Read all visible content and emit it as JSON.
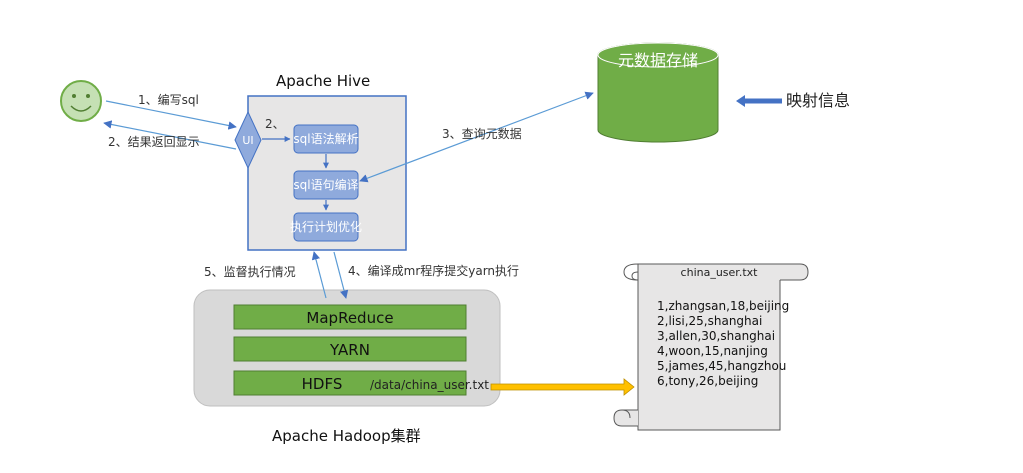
{
  "hive": {
    "title": "Apache Hive",
    "ui_label": "UI",
    "step2_marker": "2、",
    "pipeline": [
      "sql语法解析",
      "sql语句编译",
      "执行计划优化"
    ]
  },
  "metadata": {
    "store_label": "元数据存储",
    "mapping_label": "映射信息"
  },
  "steps": {
    "write_sql": "1、编写sql",
    "return_result": "2、结果返回显示",
    "query_metadata": "3、查询元数据",
    "compile_submit": "4、编译成mr程序提交yarn执行",
    "monitor": "5、监督执行情况"
  },
  "hadoop": {
    "title": "Apache Hadoop集群",
    "layers": [
      "MapReduce",
      "YARN",
      "HDFS"
    ],
    "hdfs_path": "/data/china_user.txt"
  },
  "file": {
    "name": "china_user.txt",
    "lines": [
      "1,zhangsan,18,beijing",
      "2,lisi,25,shanghai",
      "3,allen,30,shanghai",
      "4,woon,15,nanjing",
      "5,james,45,hangzhou",
      "6,tony,26,beijing"
    ]
  },
  "colors": {
    "green": "#70ad47",
    "green_border": "#507e32",
    "blue_box": "#8faadc",
    "blue_border": "#4472c4",
    "smiley_fill": "#c5e0b4",
    "hive_bg": "#e7e6e6",
    "hadoop_bg": "#d9d9d9",
    "arrow_blue": "#5b9bd5",
    "arrow_orange": "#ffc000"
  }
}
